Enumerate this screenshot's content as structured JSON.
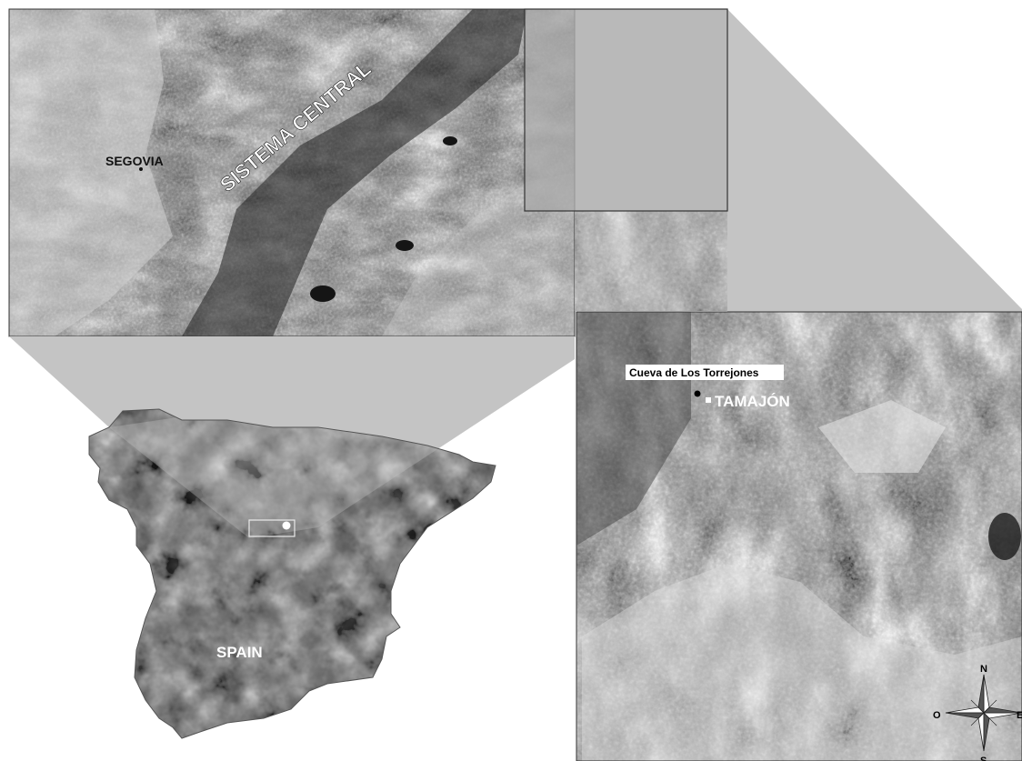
{
  "labels": {
    "sistema_central": "SISTEMA CENTRAL",
    "segovia": "SEGOVIA",
    "spain": "SPAIN",
    "cueva": "Cueva de Los Torrejones",
    "tamajon": "TAMAJÓN"
  },
  "compass": {
    "north": "N",
    "south": "S",
    "east": "E",
    "west": "O"
  },
  "colors": {
    "background": "#ffffff",
    "connector": "#c4c4c4",
    "panel_border": "#333333"
  }
}
